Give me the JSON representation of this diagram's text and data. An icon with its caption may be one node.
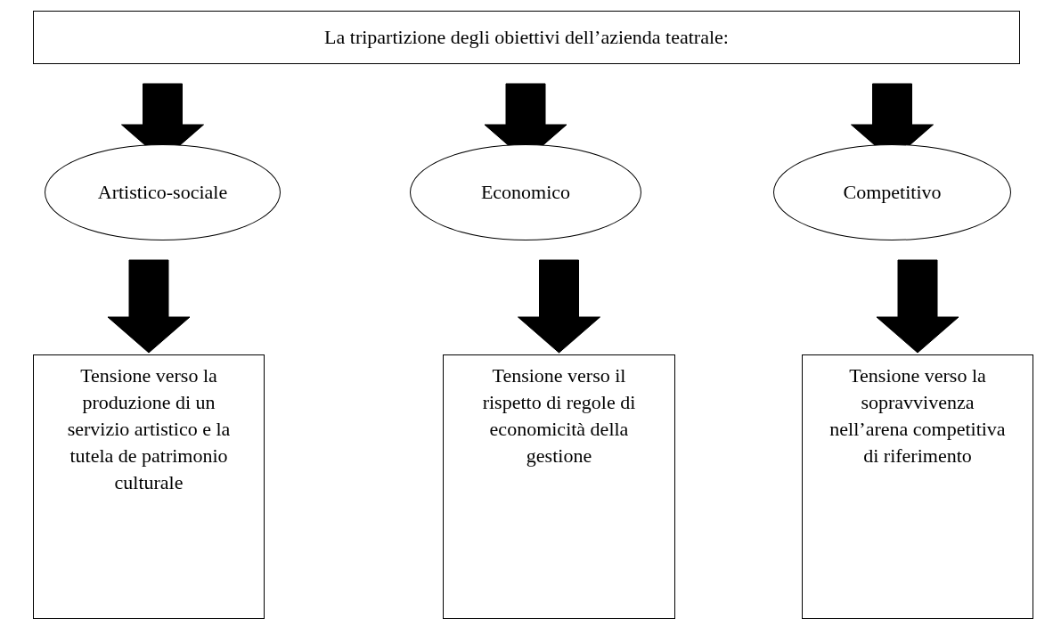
{
  "diagram": {
    "nodes": [
      {
        "text": [
          "La tripartizione degli obiettivi dell’azienda teatrale:"
        ]
      },
      {
        "text": [
          "Artistico-sociale"
        ]
      },
      {
        "text": [
          "Economico"
        ]
      },
      {
        "text": [
          "Competitivo"
        ]
      },
      {
        "text": [
          "Tensione verso la produzione di un servizio artistico e la tutela de patrimonio culturale"
        ]
      },
      {
        "text": [
          "Tensione verso il rispetto di regole di economicità della gestione"
        ]
      },
      {
        "text": [
          "Tensione verso la sopravvivenza nell’arena competitiva di riferimento"
        ]
      }
    ],
    "edges": [
      {
        "from": 0,
        "to": 1,
        "arrow": "to",
        "style": "thick"
      },
      {
        "from": 0,
        "to": 2,
        "arrow": "to",
        "style": "thick"
      },
      {
        "from": 0,
        "to": 3,
        "arrow": "to",
        "style": "thick"
      },
      {
        "from": 1,
        "to": 4,
        "arrow": "to",
        "style": "thick"
      },
      {
        "from": 2,
        "to": 5,
        "arrow": "to",
        "style": "thick"
      },
      {
        "from": 3,
        "to": 6,
        "arrow": "to",
        "style": "thick"
      }
    ]
  }
}
